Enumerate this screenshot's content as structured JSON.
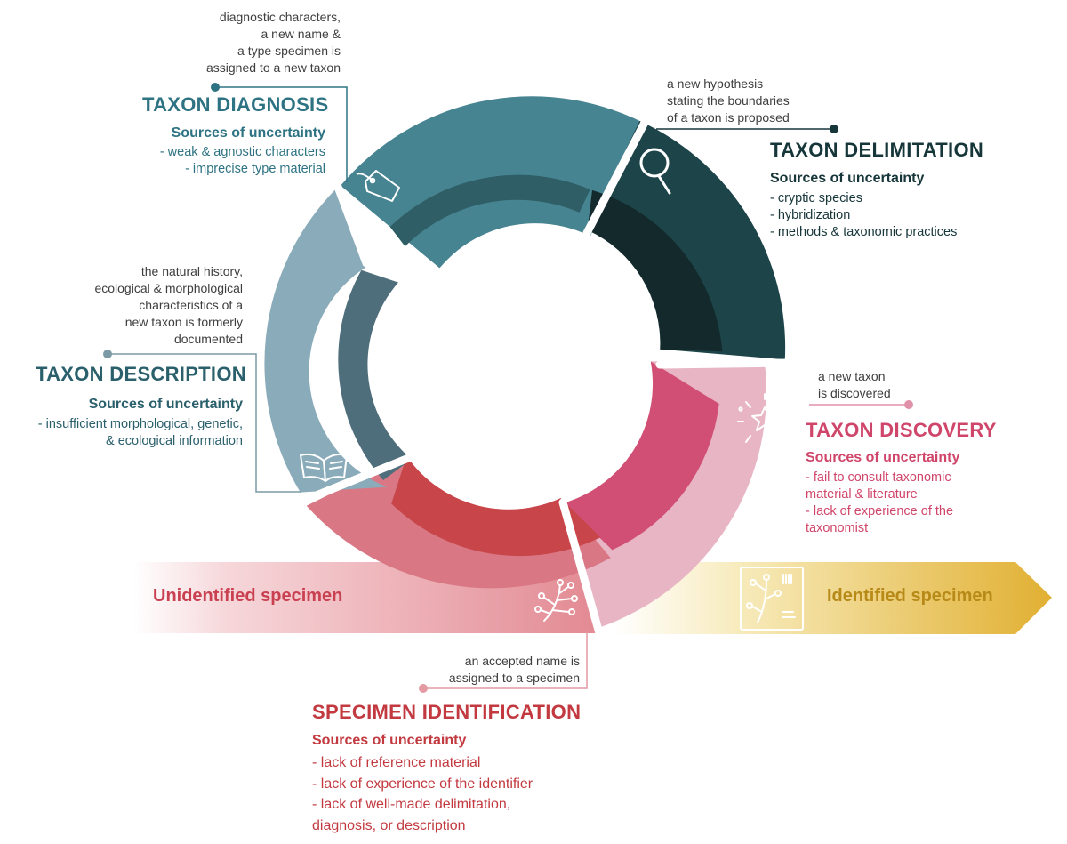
{
  "stages": {
    "diagnosis": {
      "note": [
        "diagnostic characters,",
        "a new name &",
        "a type specimen is",
        "assigned to a new taxon"
      ],
      "title": "TAXON DIAGNOSIS",
      "subtitle": "Sources of uncertainty",
      "items": [
        "- weak & agnostic characters",
        "- imprecise type material"
      ],
      "color": "#2e7383",
      "icon": "tag-icon"
    },
    "delimitation": {
      "note": [
        "a new hypothesis",
        "stating the boundaries",
        "of a taxon is proposed"
      ],
      "title": "TAXON DELIMITATION",
      "subtitle": "Sources of uncertainty",
      "items": [
        "- cryptic species",
        "- hybridization",
        "- methods & taxonomic practices"
      ],
      "color": "#16363a",
      "icon": "magnifier-icon"
    },
    "discovery": {
      "note": [
        "a new taxon",
        "is discovered"
      ],
      "title": "TAXON DISCOVERY",
      "subtitle": "Sources of uncertainty",
      "items": [
        "- fail to consult taxonomic",
        "material & literature",
        "- lack of experience of the",
        "taxonomist"
      ],
      "color": "#d0466b",
      "icon": "sparkle-icon"
    },
    "identification": {
      "note": [
        "an accepted name is",
        "assigned to a specimen"
      ],
      "title": "SPECIMEN IDENTIFICATION",
      "subtitle": "Sources of uncertainty",
      "items": [
        "- lack of reference material",
        "- lack of experience of the identifier",
        "- lack of well-made delimitation,",
        "diagnosis, or description"
      ],
      "color": "#c23a40",
      "icon": "branch-icon"
    },
    "description": {
      "note": [
        "the natural history,",
        "ecological & morphological",
        "characteristics of a",
        "new taxon is formerly",
        "documented"
      ],
      "title": "TAXON DESCRIPTION",
      "subtitle": "Sources of uncertainty",
      "items": [
        "- insufficient morphological, genetic,",
        "& ecological information"
      ],
      "color": "#2a5f6c",
      "icon": "book-icon"
    }
  },
  "arrows": {
    "unidentified": {
      "label": "Unidentified specimen",
      "color": "#c94150"
    },
    "identified": {
      "label": "Identified specimen",
      "color": "#b78a18",
      "icon": "herbarium-sheet-icon"
    }
  }
}
